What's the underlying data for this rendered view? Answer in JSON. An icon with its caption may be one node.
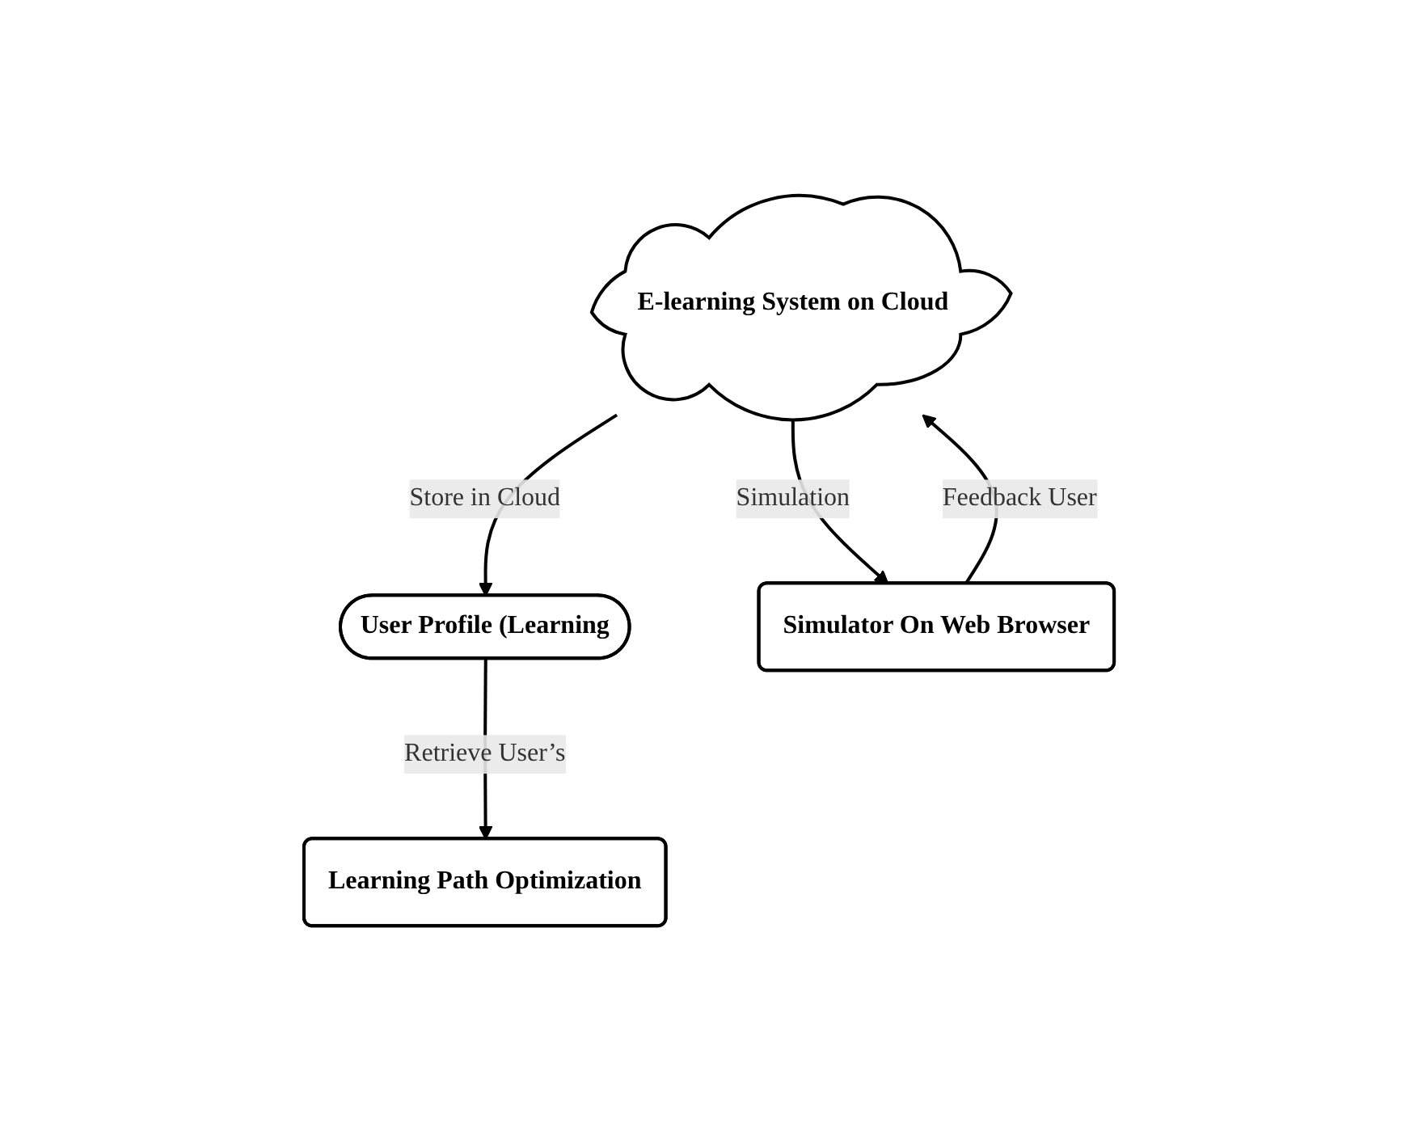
{
  "diagram": {
    "nodes": [
      {
        "text": [
          "Learning Path Optimization"
        ]
      },
      {
        "text": [
          "User Profile (Learning"
        ]
      },
      {
        "text": [
          "E-learning System on Cloud"
        ]
      },
      {
        "text": [
          "Simulator On Web Browser"
        ]
      }
    ],
    "edges": [
      {
        "from": 1,
        "to": 0,
        "arrow": "to",
        "label": "Retrieve User’s"
      },
      {
        "from": 2,
        "to": 1,
        "arrow": "to",
        "label": "Store in Cloud"
      },
      {
        "from": 3,
        "to": 2,
        "arrow": "to",
        "label": "Feedback User"
      },
      {
        "from": 2,
        "to": 3,
        "arrow": "to",
        "label": "Simulation"
      }
    ]
  }
}
